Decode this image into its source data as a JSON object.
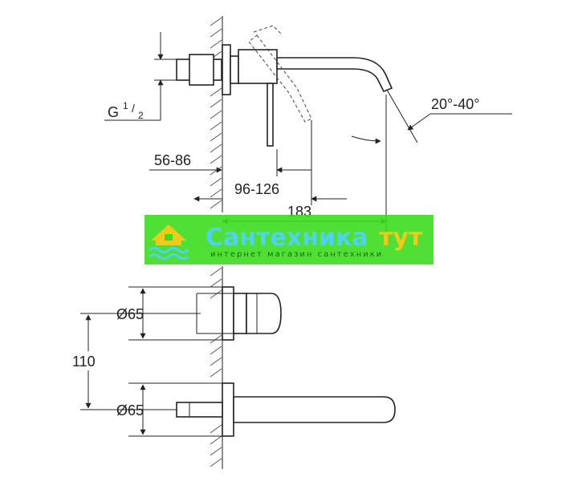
{
  "labels": {
    "thread": "G",
    "thread_sup": "1",
    "thread_sub": "2",
    "angle": "20°-40°",
    "depth_range": "56-86",
    "handle_range": "96-126",
    "projection": "183",
    "diameter_top": "Ø65",
    "diameter_bottom": "Ø65",
    "spacing": "110"
  },
  "watermark": {
    "title_main": "Сантехника",
    "title_accent": "тут",
    "subtitle": "интернет магазин сантехники",
    "bg_color": "#3ddc1e",
    "title_color": "#4fd3f5",
    "accent_color": "#f2c81a",
    "icon": "house-waves-icon"
  },
  "colors": {
    "line": "#222222"
  }
}
